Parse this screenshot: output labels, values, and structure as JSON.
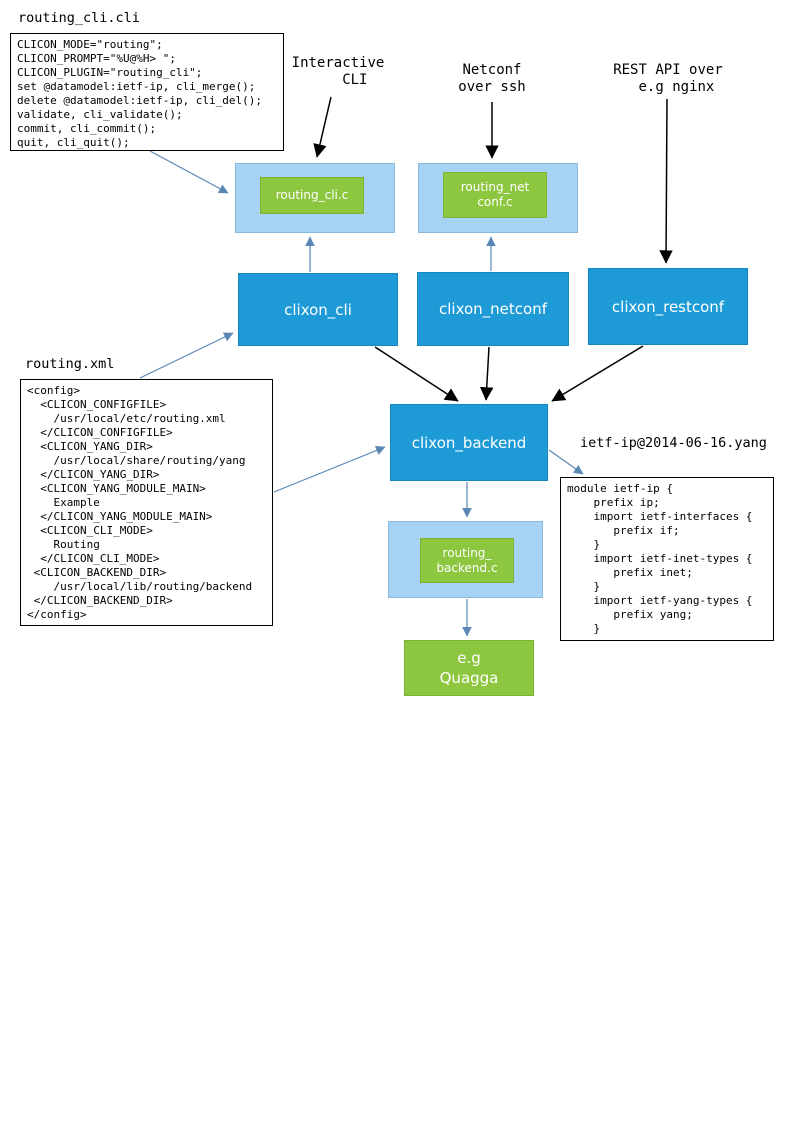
{
  "labels": {
    "cli_file": "routing_cli.cli",
    "interactive_cli": "Interactive\n    CLI",
    "netconf_ssh": "Netconf\nover ssh",
    "rest_api": "REST API over\n  e.g nginx",
    "routing_xml": "routing.xml",
    "yang_file": "ietf-ip@2014-06-16.yang"
  },
  "code": {
    "cli_spec": "CLICON_MODE=\"routing\";\nCLICON_PROMPT=\"%U@%H> \";\nCLICON_PLUGIN=\"routing_cli\";\nset @datamodel:ietf-ip, cli_merge();\ndelete @datamodel:ietf-ip, cli_del();\nvalidate, cli_validate();\ncommit, cli_commit();\nquit, cli_quit();",
    "xml_config": "<config>\n  <CLICON_CONFIGFILE>\n    /usr/local/etc/routing.xml\n  </CLICON_CONFIGFILE>\n  <CLICON_YANG_DIR>\n    /usr/local/share/routing/yang\n  </CLICON_YANG_DIR>\n  <CLICON_YANG_MODULE_MAIN>\n    Example\n  </CLICON_YANG_MODULE_MAIN>\n  <CLICON_CLI_MODE>\n    Routing\n  </CLICON_CLI_MODE>\n <CLICON_BACKEND_DIR>\n    /usr/local/lib/routing/backend\n </CLICON_BACKEND_DIR>\n</config>",
    "yang_module": "module ietf-ip {\n    prefix ip;\n    import ietf-interfaces {\n       prefix if;\n    }\n    import ietf-inet-types {\n       prefix inet;\n    }\n    import ietf-yang-types {\n       prefix yang;\n    }"
  },
  "nodes": {
    "routing_cli_c": "routing_cli.c",
    "routing_netconf_c": "routing_net\nconf.c",
    "clixon_cli": "clixon_cli",
    "clixon_netconf": "clixon_netconf",
    "clixon_restconf": "clixon_restconf",
    "clixon_backend": "clixon_backend",
    "routing_backend_c": "routing_\nbackend.c",
    "quagga": "e.g\nQuagga"
  },
  "colors": {
    "dark_blue": "#1e9bd7",
    "light_blue": "#a6d3f3",
    "green": "#8dc63f",
    "arrow_blue": "#5b87b5",
    "arrow_black": "#000000"
  }
}
